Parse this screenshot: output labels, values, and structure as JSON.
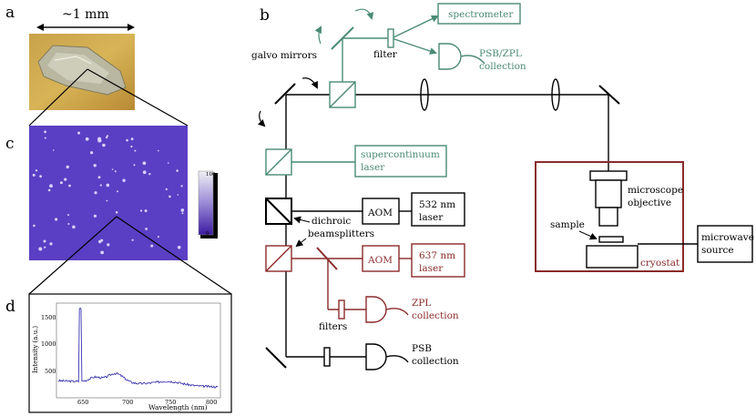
{
  "panels": {
    "a": "a",
    "b": "b",
    "c": "c",
    "d": "d"
  },
  "scale_label": "~1 mm",
  "colorbar": {
    "max_label": "100",
    "min_label": "0"
  },
  "spectrum": {
    "ylabel": "Intensity (a.u.)",
    "xlabel": "Wavelength (nm)",
    "y_ticks": [
      "1500",
      "1000",
      "500"
    ],
    "x_ticks": [
      "650",
      "700",
      "750",
      "800"
    ]
  },
  "setup": {
    "spectrometer": "spectrometer",
    "psb_zpl_collection_1": "PSB/ZPL",
    "psb_zpl_collection_2": "collection",
    "filter": "filter",
    "galvo_mirrors": "galvo mirrors",
    "supercontinuum_1": "supercontinuum",
    "supercontinuum_2": "laser",
    "aom_532": "AOM",
    "laser_532_1": "532 nm",
    "laser_532_2": "laser",
    "dichroic_1": "dichroic",
    "dichroic_2": "beamsplitters",
    "aom_637": "AOM",
    "laser_637_1": "637 nm",
    "laser_637_2": "laser",
    "zpl_collection_1": "ZPL",
    "zpl_collection_2": "collection",
    "filters": "filters",
    "psb_collection_1": "PSB",
    "psb_collection_2": "collection",
    "microscope_1": "microscope",
    "microscope_2": "objective",
    "sample": "sample",
    "cryostat": "cryostat",
    "microwave_1": "microwave",
    "microwave_2": "source"
  },
  "colors": {
    "green": "#4a8a76",
    "red": "#8b2a2a",
    "black": "#000000",
    "purple": "#4b3fae",
    "spectrum_line": "#3a36b0"
  }
}
